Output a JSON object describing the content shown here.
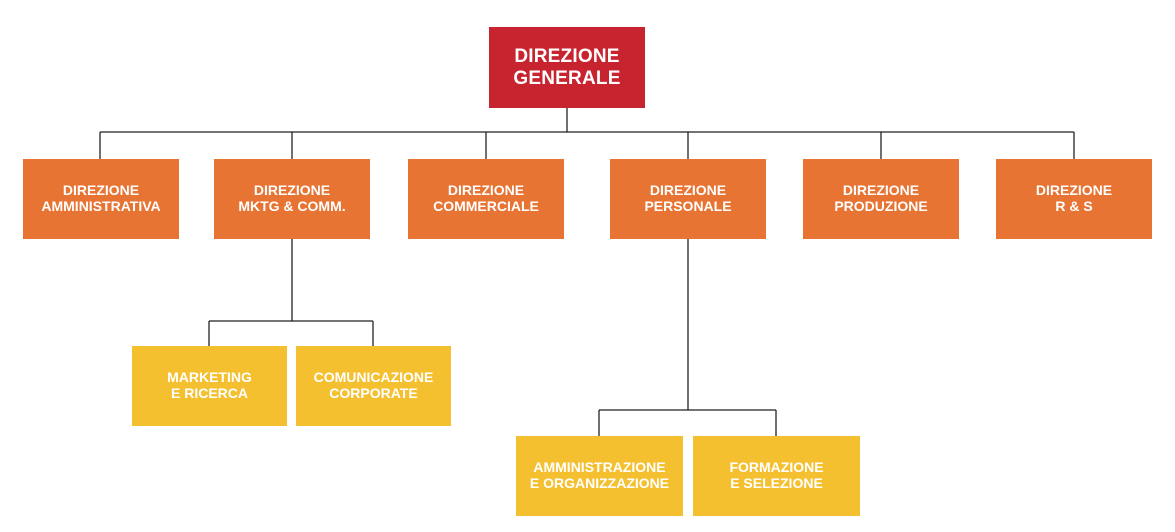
{
  "root": {
    "label": "DIREZIONE\nGENERALE",
    "color": "#c8242f"
  },
  "departments": [
    {
      "label": "DIREZIONE\nAMMINISTRATIVA"
    },
    {
      "label": "DIREZIONE\nMKTG & COMM."
    },
    {
      "label": "DIREZIONE\nCOMMERCIALE"
    },
    {
      "label": "DIREZIONE\nPERSONALE"
    },
    {
      "label": "DIREZIONE\nPRODUZIONE"
    },
    {
      "label": "DIREZIONE\nR & S"
    }
  ],
  "mktg_units": [
    {
      "label": "MARKETING\nE RICERCA"
    },
    {
      "label": "COMUNICAZIONE\nCORPORATE"
    }
  ],
  "personale_units": [
    {
      "label": "AMMINISTRAZIONE\nE ORGANIZZAZIONE"
    },
    {
      "label": "FORMAZIONE\nE SELEZIONE"
    }
  ],
  "colors": {
    "root": "#c8242f",
    "department": "#e87434",
    "unit": "#f5c030",
    "connector": "#222222"
  }
}
